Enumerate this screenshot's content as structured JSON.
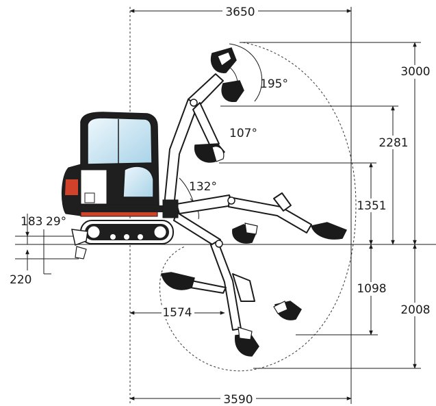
{
  "diagram": {
    "dimensions": {
      "top_width": "3650",
      "bottom_width": "3590",
      "max_dig_height": "3000",
      "dump_height": "2281",
      "mid_height": "1351",
      "dig_depth": "2008",
      "vertical_wall_depth": "1098",
      "swing_offset": "1574",
      "blade_height": "183",
      "blade_depth": "220"
    },
    "angles": {
      "bucket_rotation": "195°",
      "bucket_tip": "107°",
      "boom_swing": "132°",
      "blade_angle": "29°"
    },
    "colors": {
      "outline": "#1a1a1a",
      "cab_glass": "#cfe6f2",
      "accent_red": "#d0432a",
      "body": "#1f1f1f"
    }
  }
}
